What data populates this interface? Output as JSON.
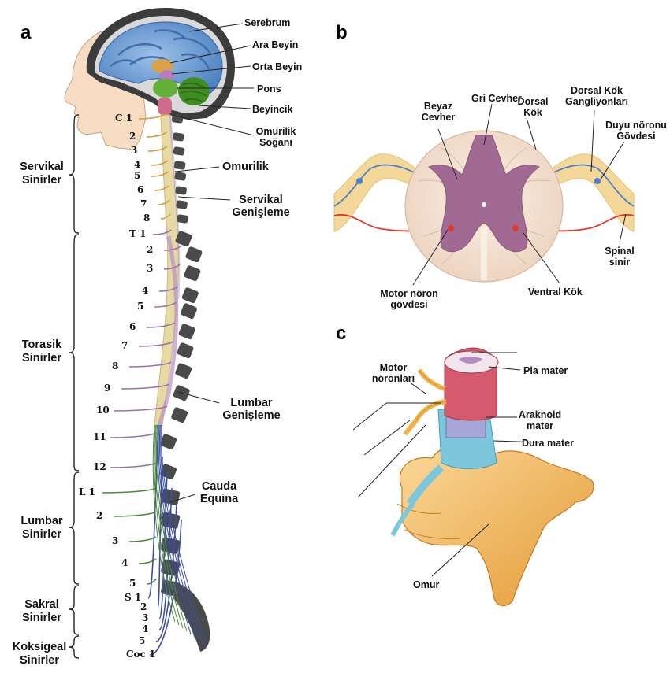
{
  "panels": {
    "a": "a",
    "b": "b",
    "c": "c"
  },
  "panel_a": {
    "brain_labels": [
      "Serebrum",
      "Ara Beyin",
      "Orta Beyin",
      "Pons",
      "Beyincik",
      "Omurilik",
      "Soğanı"
    ],
    "cord_labels": [
      "Omurilik",
      "Servikal",
      "Genişleme",
      "Lumbar",
      "Genişleme",
      "Cauda",
      "Equina"
    ],
    "regions": [
      [
        "Servikal",
        "Sinirler"
      ],
      [
        "Torasik",
        "Sinirler"
      ],
      [
        "Lumbar",
        "Sinirler"
      ],
      [
        "Sakral",
        "Sinirler"
      ],
      [
        "Koksigeal",
        "Sinirler"
      ]
    ],
    "segments": [
      "C 1",
      "2",
      "3",
      "4",
      "5",
      "6",
      "7",
      "8",
      "T 1",
      "2",
      "3",
      "4",
      "5",
      "6",
      "7",
      "8",
      "9",
      "10",
      "11",
      "12",
      "L 1",
      "2",
      "3",
      "4",
      "5",
      "S 1",
      "2",
      "3",
      "4",
      "5",
      "Coc 1"
    ]
  },
  "panel_b": {
    "labels": {
      "beyaz": [
        "Beyaz",
        "Cevher"
      ],
      "gri": "Gri Cevher",
      "dorsal_kok": [
        "Dorsal",
        "Kök"
      ],
      "ganglion": [
        "Dorsal Kök",
        "Gangliyonları"
      ],
      "duyu": [
        "Duyu nöronu",
        "Gövdesi"
      ],
      "spinal": [
        "Spinal",
        "sinir"
      ],
      "motor_neuron": [
        "Motor nöron",
        "gövdesi"
      ],
      "ventral": "Ventral Kök"
    }
  },
  "panel_c": {
    "labels": {
      "motor": [
        "Motor",
        "nöronları"
      ],
      "pia": "Pia mater",
      "arachnoid": [
        "Araknoid",
        "mater"
      ],
      "dura": "Dura mater",
      "omur": "Omur"
    }
  },
  "colors": {
    "skull": "#3c3c3c",
    "cerebrum": "#5b8cc9",
    "pons": "#5aa02c",
    "cord": "#e6d9a3",
    "nerve_cervical": "#d79b3a",
    "nerve_thoracic": "#9c6fa8",
    "nerve_lumbar": "#4b8a3c",
    "nerve_sacral": "#3d4f9c",
    "gray_matter": "#a06a92",
    "white_matter": "#f3e2d2",
    "vertebra": "#f0b24a",
    "dura": "#7cc7dc"
  }
}
